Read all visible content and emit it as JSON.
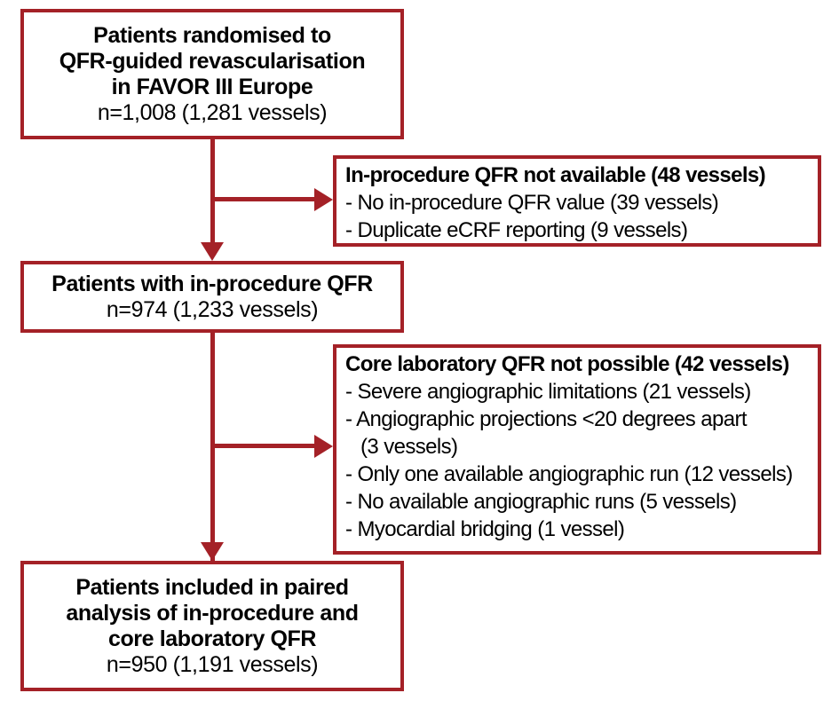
{
  "diagram": {
    "type": "flowchart",
    "title": "FAVOR III Europe QFR paired analysis patient flow",
    "accent_color": "#a42127",
    "background_color": "#ffffff",
    "text_color": "#000000"
  },
  "nodes": {
    "randomised": {
      "lines": [
        "Patients randomised to",
        "QFR-guided revascularisation",
        "in FAVOR III Europe"
      ],
      "count": "n=1,008 (1,281 vessels)"
    },
    "in_procedure_excluded": {
      "heading": "In-procedure QFR not available (48 vessels)",
      "bullets": [
        "- No in-procedure QFR value (39 vessels)",
        "- Duplicate eCRF reporting (9 vessels)"
      ]
    },
    "with_in_procedure": {
      "lines": [
        "Patients with in-procedure QFR"
      ],
      "count": "n=974 (1,233 vessels)"
    },
    "core_lab_excluded": {
      "heading": "Core laboratory QFR not possible (42 vessels)",
      "bullets": [
        "- Severe angiographic limitations (21 vessels)",
        "- Angiographic projections <20 degrees apart",
        "(3 vessels)",
        "- Only one available angiographic run (12 vessels)",
        "- No available angiographic runs (5 vessels)",
        "- Myocardial bridging (1 vessel)"
      ]
    },
    "included": {
      "lines": [
        "Patients included in paired",
        "analysis of in-procedure and",
        "core laboratory QFR"
      ],
      "count": "n=950 (1,191 vessels)"
    }
  }
}
